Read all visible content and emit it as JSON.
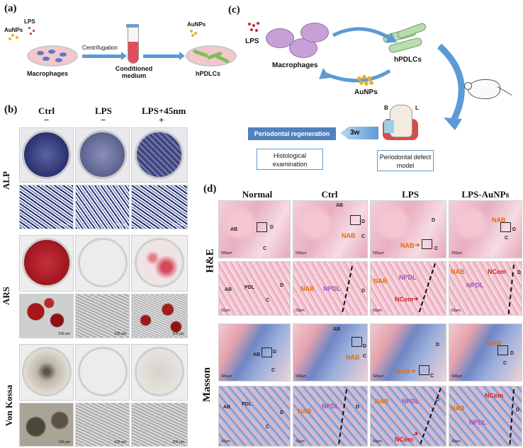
{
  "panel_a": {
    "label": "(a)",
    "auNPs": "AuNPs",
    "lps": "LPS",
    "macrophages": "Macrophages",
    "centrifugation": "Centrifugation",
    "conditioned_medium": "Conditioned\nmedium",
    "auNPs2": "AuNPs",
    "hpdlcs": "hPDLCs"
  },
  "panel_b": {
    "label": "(b)",
    "columns": [
      "Ctrl",
      "LPS",
      "LPS+45nm"
    ],
    "signs": [
      "−",
      "−",
      "+"
    ],
    "rows": [
      "ALP",
      "ARS",
      "Von Kossa"
    ],
    "scale_labels": [
      "100 μm",
      "100 μm",
      "100 μm",
      "100 μm",
      "100 μm",
      "100 μm",
      "100 μm",
      "100 μm",
      "100 μm"
    ]
  },
  "panel_c": {
    "label": "(c)",
    "lps": "LPS",
    "macrophages": "Macrophages",
    "hpdlcs": "hPDLCs",
    "auNPs": "AuNPs",
    "regeneration": "Periodontal regeneration",
    "weeks": "3w",
    "histology": "Histological examination",
    "defect": "Periodontal defect model",
    "b": "B",
    "l": "L"
  },
  "panel_d": {
    "label": "(d)",
    "columns": [
      "Normal",
      "Ctrl",
      "LPS",
      "LPS-AuNPs"
    ],
    "rows": [
      "H&E",
      "Masson"
    ],
    "scales": {
      "low": "500μm",
      "high": "50μm"
    },
    "tags": {
      "ab": "AB",
      "d": "D",
      "c": "C",
      "pdl": "PDL",
      "nab": "NAB",
      "npdl": "NPDL",
      "ncem": "NCem"
    }
  },
  "colors": {
    "arrow": "#5b9bd5",
    "nab": "#e46c0a",
    "npdl": "#a052b5",
    "ncem": "#d42020"
  }
}
